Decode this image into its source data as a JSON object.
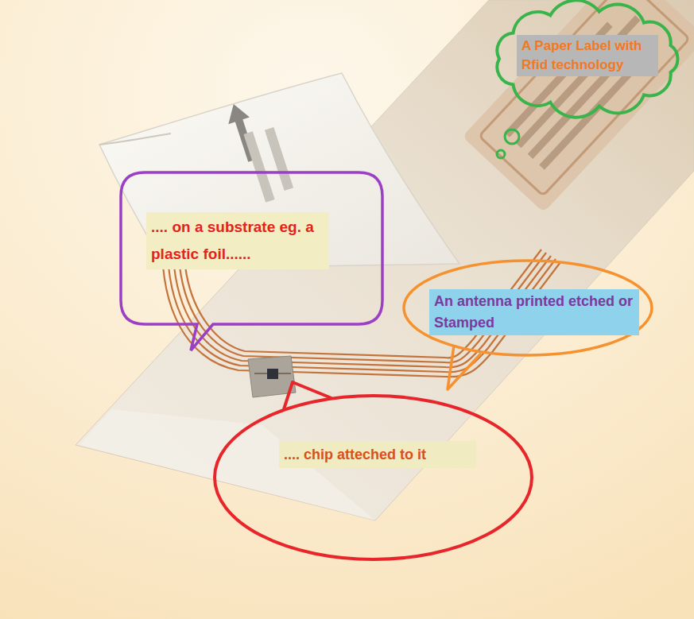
{
  "diagram": {
    "nodes": [
      {
        "text": [
          "A Paper Label with Rfid technology"
        ]
      },
      {
        "text": [
          ".... on a substrate eg. a plastic foil......"
        ]
      },
      {
        "text": [
          "An antenna printed etched or Stamped"
        ]
      },
      {
        "text": [
          ".... chip atteched to it"
        ]
      }
    ]
  }
}
